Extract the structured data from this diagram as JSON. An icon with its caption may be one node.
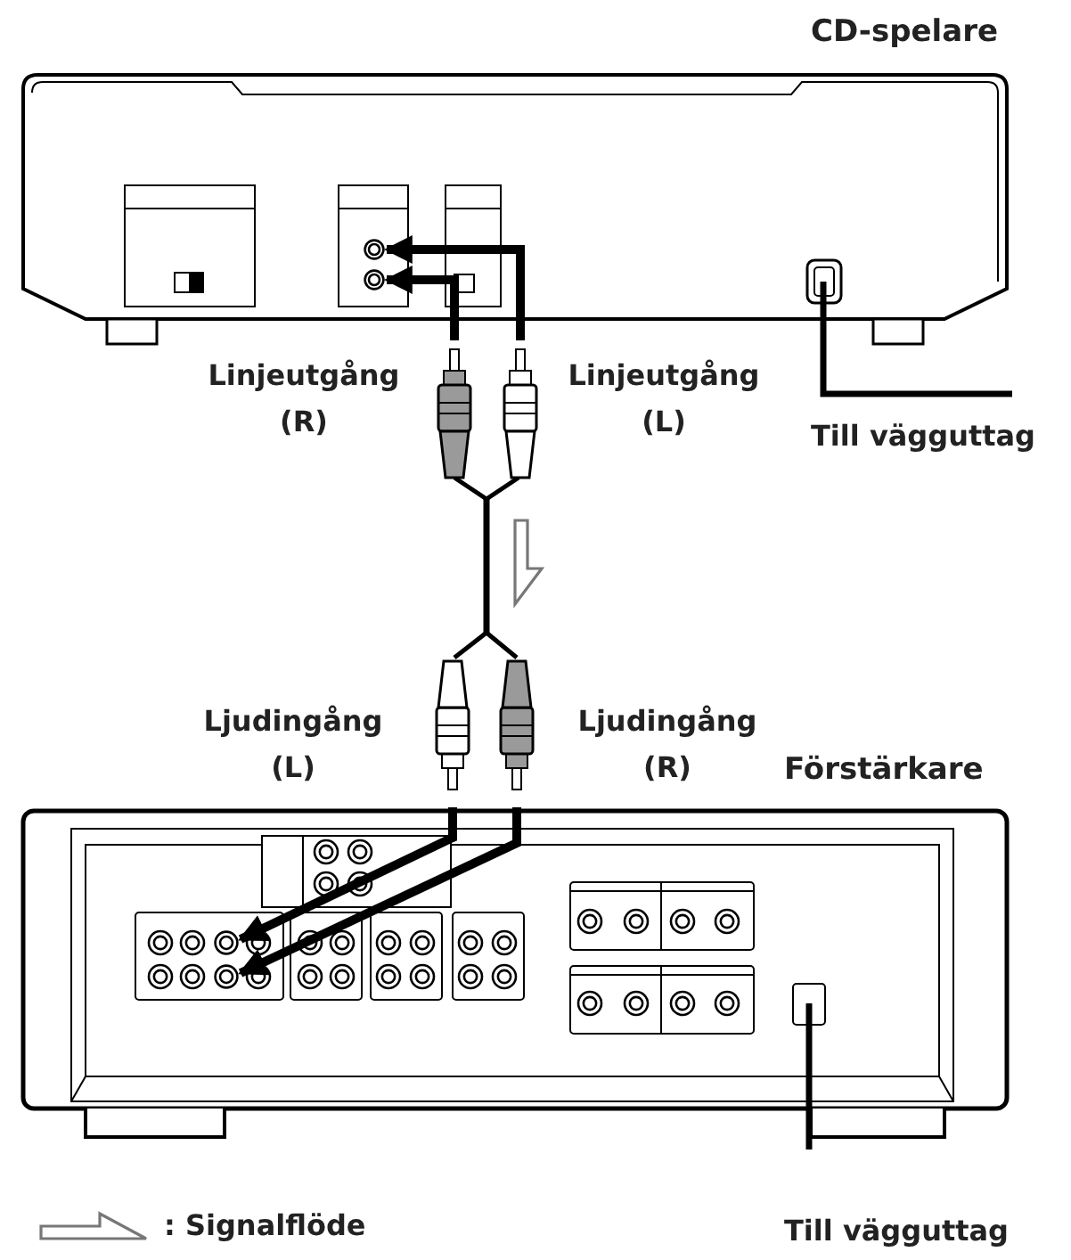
{
  "diagram": {
    "nodes": [
      {
        "text": [
          "CD-spelare"
        ]
      },
      {
        "text": [
          "Förstärkare"
        ]
      },
      {
        "text": [],
        "shape": "circle",
        "in": 0
      },
      {
        "text": [],
        "shape": "circle",
        "in": 0
      },
      {
        "text": [],
        "shape": "circle",
        "in": 1
      },
      {
        "text": [],
        "shape": "circle",
        "in": 1
      }
    ],
    "edges": [
      {
        "from": null,
        "to": 2,
        "arrow": "to"
      },
      {
        "from": null,
        "to": 3,
        "arrow": "to"
      },
      {
        "from": null,
        "to": 4,
        "arrow": "to"
      },
      {
        "from": null,
        "to": 5,
        "arrow": "to"
      }
    ],
    "labels": [
      "Linjeutgång (R)",
      "Linjeutgång (L)",
      "Till vägguttag",
      "Ljudingång (L)",
      "Ljudingång (R)",
      "Till vägguttag"
    ],
    "legend": [
      {
        "text": ": Signalflöde"
      }
    ]
  }
}
